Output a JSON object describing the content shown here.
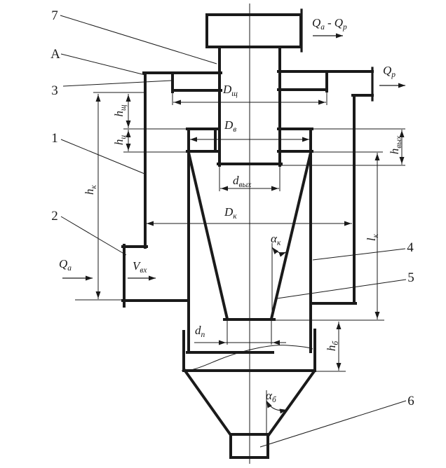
{
  "diagram": {
    "colors": {
      "ink": "#1a1a1a",
      "bg": "#ffffff"
    },
    "callouts": {
      "c7": "7",
      "cA": "A",
      "c3": "3",
      "c1": "1",
      "c2": "2",
      "c4": "4",
      "c5": "5",
      "c6": "6"
    },
    "flows": {
      "qa_minus_qp": {
        "q1": "Q",
        "s1": "a",
        "sep": "-",
        "q2": "Q",
        "s2": "p"
      },
      "qp": {
        "base": "Q",
        "sub": "p"
      },
      "qa": {
        "base": "Q",
        "sub": "a"
      },
      "v_in": {
        "base": "V",
        "sub": "вх"
      }
    },
    "dims": {
      "d_slot": {
        "base": "D",
        "sub": "щ"
      },
      "d_inner": {
        "base": "D",
        "sub": "в"
      },
      "d_exit": {
        "base": "d",
        "sub": "вых"
      },
      "d_chamber": {
        "base": "D",
        "sub": "к"
      },
      "d_bottom": {
        "base": "d",
        "sub": "п"
      },
      "h_slot": {
        "base": "h",
        "sub": "щ"
      },
      "h_cyl": {
        "base": "h",
        "sub": "ц"
      },
      "h_chamber": {
        "base": "h",
        "sub": "к"
      },
      "h_exit": {
        "base": "h",
        "sub": "вых"
      },
      "l_cone": {
        "base": "l",
        "sub": "к"
      },
      "h_bunker": {
        "base": "h",
        "sub": "б"
      },
      "alpha_cone": {
        "base": "α",
        "sub": "к"
      },
      "alpha_bunker": {
        "base": "α",
        "sub": "б"
      }
    }
  }
}
